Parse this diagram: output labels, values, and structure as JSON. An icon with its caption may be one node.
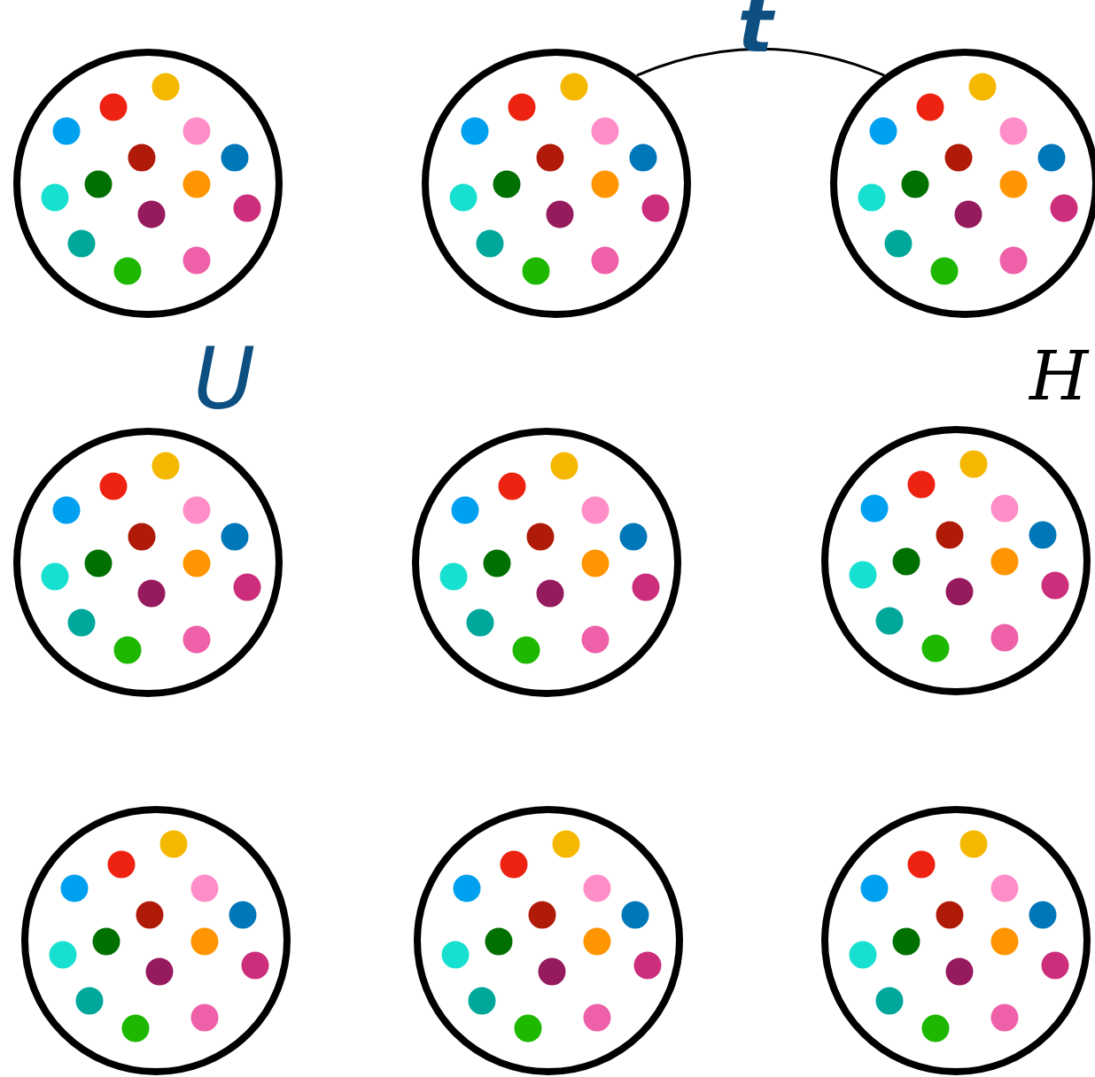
{
  "diagram": {
    "nodes": [
      {
        "text": [],
        "shape": "circle"
      },
      {
        "text": [],
        "shape": "circle"
      },
      {
        "text": [],
        "shape": "circle"
      },
      {
        "text": [],
        "shape": "circle"
      },
      {
        "text": [],
        "shape": "circle"
      },
      {
        "text": [],
        "shape": "circle"
      },
      {
        "text": [],
        "shape": "circle"
      },
      {
        "text": [],
        "shape": "circle"
      },
      {
        "text": [],
        "shape": "circle"
      }
    ],
    "edges": [
      {
        "from": 1,
        "to": 2,
        "arrow": "none",
        "label": "t"
      }
    ],
    "labels": [
      "U",
      "H"
    ]
  }
}
